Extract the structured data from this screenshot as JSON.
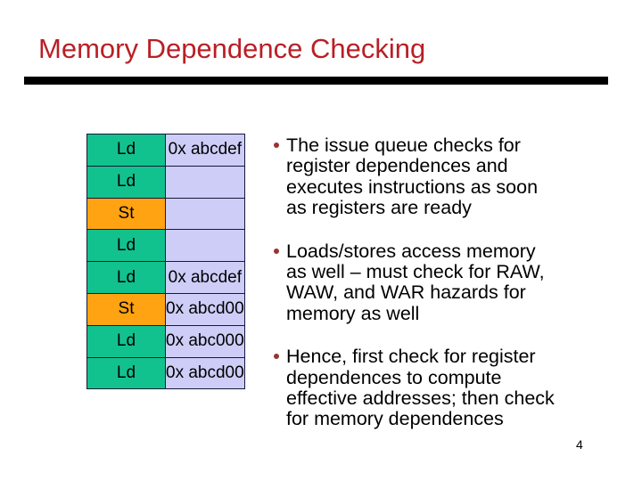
{
  "slide": {
    "title": "Memory Dependence Checking",
    "page_number": "4"
  },
  "issue_queue_table": {
    "rows": [
      {
        "op": "Ld",
        "addr": "0x abcdef"
      },
      {
        "op": "Ld",
        "addr": ""
      },
      {
        "op": "St",
        "addr": ""
      },
      {
        "op": "Ld",
        "addr": ""
      },
      {
        "op": "Ld",
        "addr": "0x abcdef"
      },
      {
        "op": "St",
        "addr": "0x abcd00"
      },
      {
        "op": "Ld",
        "addr": "0x abc000"
      },
      {
        "op": "Ld",
        "addr": "0x abcd00"
      }
    ]
  },
  "bullets": [
    {
      "lines": [
        "The issue queue checks for",
        "register dependences and",
        "executes instructions as soon",
        "as registers are ready"
      ]
    },
    {
      "lines": [
        "Loads/stores access memory",
        "as well – must check for RAW,",
        "WAW, and WAR hazards for",
        "memory as well"
      ]
    },
    {
      "lines": [
        "Hence, first check for register",
        "dependences to compute",
        "effective addresses; then check",
        "for memory dependences"
      ]
    }
  ],
  "colors": {
    "title_red": "#B91F25",
    "rule_black": "#000000",
    "load_green": "#12C28E",
    "store_orange": "#FFA312",
    "queue_lavender": "#CDCDF8",
    "border_dark": "#181837",
    "bullet_maroon": "#993333"
  }
}
